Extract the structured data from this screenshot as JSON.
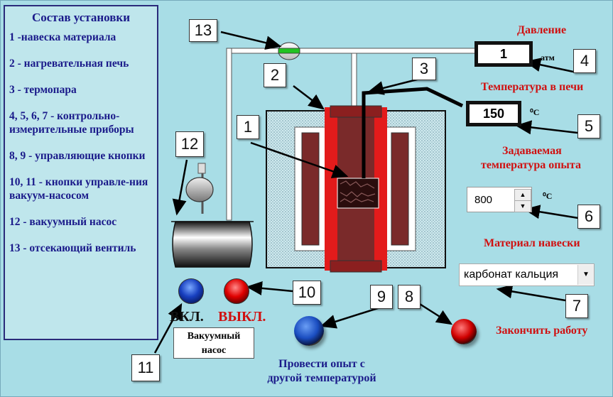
{
  "legend": {
    "title": "Состав установки",
    "items": [
      "1 -навеска материала",
      "2 - нагревательная печь",
      "3 - термопара",
      "4, 5, 6, 7 - контрольно-измерительные приборы",
      "8, 9 - управляющие кнопки",
      "10, 11 - кнопки управле-ния вакуум-насосом",
      "12 - вакуумный насос",
      "13 - отсекающий вентиль"
    ]
  },
  "labels": {
    "pressure_title": "Давление",
    "pressure_unit": "атм",
    "furnace_temp_title": "Температура в печи",
    "temp_unit": "⁰С",
    "target_temp_title_1": "Задаваемая",
    "target_temp_title_2": "температура опыта",
    "material_title": "Материал навески",
    "finish": "Закончить работу",
    "repeat_1": "Провести опыт с",
    "repeat_2": "другой температурой",
    "pump_on": "ВКЛ.",
    "pump_off": "ВЫКЛ.",
    "pump_caption_1": "Вакуумный",
    "pump_caption_2": "насос"
  },
  "values": {
    "pressure": "1",
    "furnace_temp": "150",
    "target_temp": "800",
    "material": "карбонат кальция"
  },
  "callouts": {
    "n1": "1",
    "n2": "2",
    "n3": "3",
    "n4": "4",
    "n5": "5",
    "n6": "6",
    "n7": "7",
    "n8": "8",
    "n9": "9",
    "n10": "10",
    "n11": "11",
    "n12": "12",
    "n13": "13"
  },
  "colors": {
    "background": "#a8dde6",
    "legend_text": "#1a1a8a",
    "heater_red": "#e31b1b",
    "furnace_core": "#7a2a2a",
    "alert_text": "#d01010"
  }
}
